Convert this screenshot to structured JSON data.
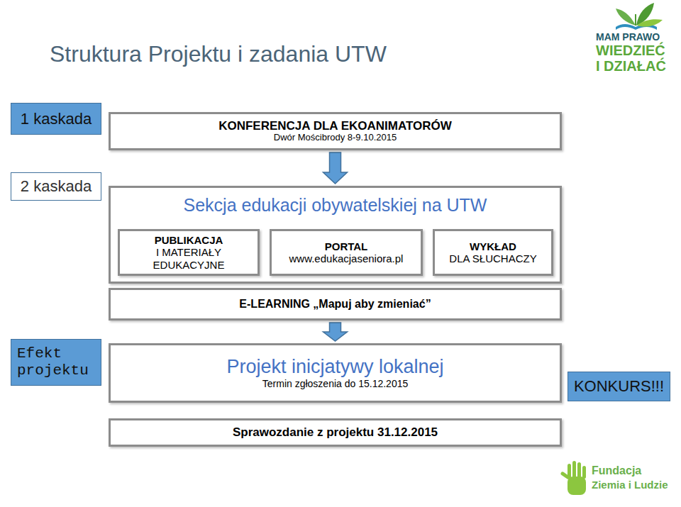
{
  "diagram": {
    "title": "Struktura Projektu i zadania UTW",
    "nodes": [
      {
        "text": [
          "1 kaskada"
        ]
      },
      {
        "text": [
          "KONFERENCJA DLA EKOANIMATORÓW",
          "Dwór Mościbrody 8-9.10.2015"
        ]
      },
      {
        "text": [
          "2 kaskada"
        ]
      },
      {
        "text": [
          "Sekcja edukacji obywatelskiej na UTW"
        ]
      },
      {
        "text": [
          "PUBLIKACJA",
          "I MATERIAŁY EDUKACYJNE"
        ],
        "in": 3
      },
      {
        "text": [
          "PORTAL",
          "www.edukacjaseniora.pl"
        ],
        "in": 3
      },
      {
        "text": [
          "WYKŁAD",
          "DLA SŁUCHACZY"
        ],
        "in": 3
      },
      {
        "text": [
          "E-LEARNING „Mapuj aby zmieniać”"
        ]
      },
      {
        "text": [
          "Efekt projektu"
        ]
      },
      {
        "text": [
          "Projekt inicjatywy lokalnej",
          "Termin zgłoszenia do 15.12.2015"
        ]
      },
      {
        "text": [
          "KONKURS!!!"
        ]
      },
      {
        "text": [
          "Sprawozdanie z projektu 31.12.2015"
        ]
      }
    ],
    "edges": [
      {
        "from": 1,
        "to": 3,
        "arrow": "to"
      },
      {
        "from": 7,
        "to": 9,
        "arrow": "to"
      }
    ],
    "labels": [
      "MAM PRAWO",
      "WIEDZIEĆ",
      "I DZIAŁAĆ",
      "Fundacja",
      "Ziemia i Ludzie"
    ]
  }
}
